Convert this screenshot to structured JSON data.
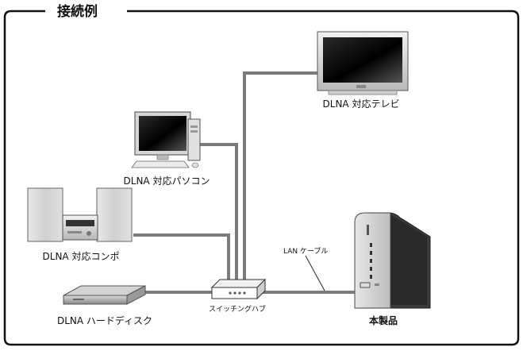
{
  "title": "接続例",
  "devices": {
    "tv": "DLNA 対応テレビ",
    "pc": "DLNA 対応パソコン",
    "audio": "DLNA 対応コンポ",
    "hdd": "DLNA ハードディスク",
    "hub": "スイッチングハブ",
    "product": "本製品"
  },
  "cable_label": "LAN ケーブル"
}
